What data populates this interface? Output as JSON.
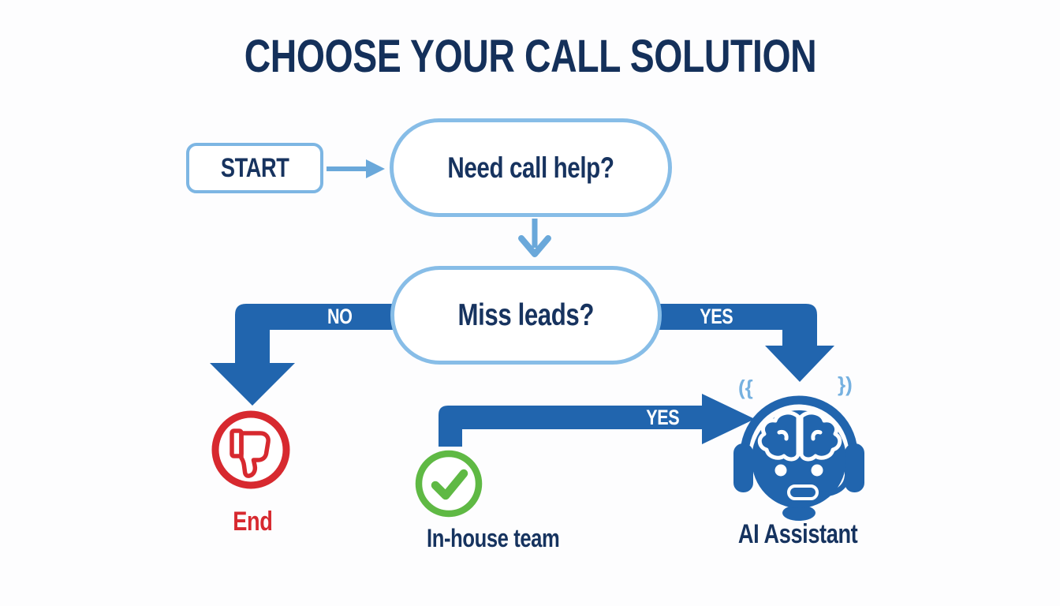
{
  "title": "CHOOSE YOUR CALL SOLUTION",
  "flow": {
    "start_label": "START",
    "q1_label": "Need call help?",
    "q2_label": "Miss leads?",
    "no_label": "NO",
    "yes_right_label": "YES",
    "yes_mid_label": "YES",
    "end_label": "End",
    "inhouse_label": "In-house team",
    "ai_label": "AI Assistant"
  },
  "edges": [
    {
      "from": "START",
      "to": "Need call help?",
      "label": "",
      "style": "thin-light-blue-arrow"
    },
    {
      "from": "Need call help?",
      "to": "Miss leads?",
      "label": "",
      "style": "thin-light-blue-arrow"
    },
    {
      "from": "Miss leads?",
      "to": "End",
      "label": "NO",
      "style": "thick-blue-elbow-arrow"
    },
    {
      "from": "Miss leads?",
      "to": "AI Assistant",
      "label": "YES",
      "style": "thick-blue-elbow-arrow"
    },
    {
      "from": "In-house team",
      "to": "AI Assistant",
      "label": "YES",
      "style": "thick-blue-elbow-arrow"
    }
  ],
  "icons": [
    {
      "name": "thumbs-down-icon",
      "meaning": "negative outcome / End",
      "color": "#d7292f"
    },
    {
      "name": "check-circle-icon",
      "meaning": "In-house team option",
      "color": "#5fb944"
    },
    {
      "name": "ai-assistant-icon",
      "meaning": "robot head with brain and headset",
      "color": "#2165ae"
    },
    {
      "name": "sound-wave-icon",
      "glyphs": [
        "({",
        "})"
      ],
      "color": "#76b1e0"
    }
  ],
  "soundwaves": {
    "left": "({",
    "right": "})"
  },
  "colors": {
    "navy_text": "#16335f",
    "title_navy": "#14305a",
    "node_border_light_blue": "#87bde7",
    "thin_arrow_blue": "#6aa8da",
    "thick_arrow_blue": "#2165ae",
    "red": "#d7292f",
    "green": "#5fb944",
    "background": "#fdfdfe"
  }
}
